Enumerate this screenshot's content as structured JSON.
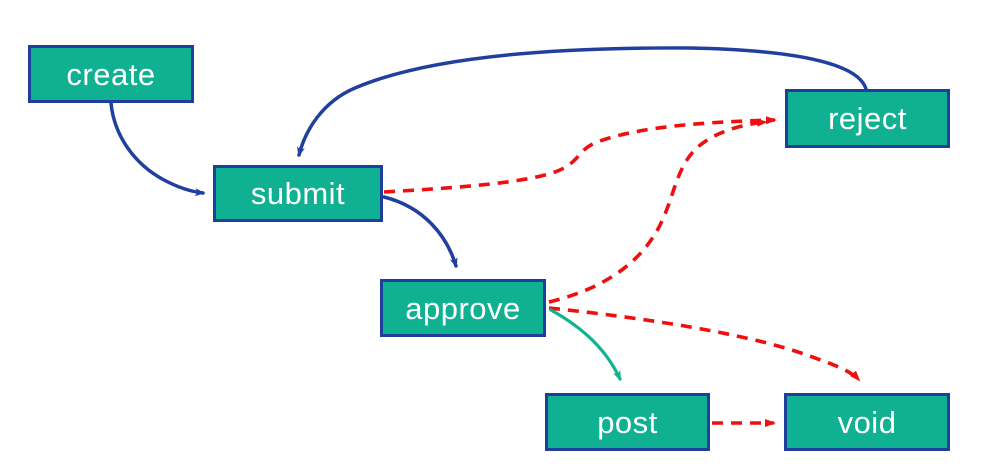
{
  "diagram": {
    "title": "workflow-state-diagram",
    "nodes": [
      {
        "id": "create",
        "label": "create"
      },
      {
        "id": "submit",
        "label": "submit"
      },
      {
        "id": "approve",
        "label": "approve"
      },
      {
        "id": "post",
        "label": "post"
      },
      {
        "id": "reject",
        "label": "reject"
      },
      {
        "id": "void",
        "label": "void"
      }
    ],
    "edges": [
      {
        "from": "create",
        "to": "submit",
        "style": "solid",
        "color": "#21409e"
      },
      {
        "from": "reject",
        "to": "submit",
        "style": "solid",
        "color": "#21409e"
      },
      {
        "from": "submit",
        "to": "approve",
        "style": "solid",
        "color": "#21409e"
      },
      {
        "from": "submit",
        "to": "reject",
        "style": "dashed",
        "color": "#ee0f0f"
      },
      {
        "from": "approve",
        "to": "reject",
        "style": "dashed",
        "color": "#ee0f0f"
      },
      {
        "from": "approve",
        "to": "void",
        "style": "dashed",
        "color": "#ee0f0f"
      },
      {
        "from": "approve",
        "to": "post",
        "style": "solid",
        "color": "#0fb48e"
      },
      {
        "from": "post",
        "to": "void",
        "style": "dashed",
        "color": "#ee0f0f"
      }
    ],
    "colors": {
      "canvas_bg": "#ffffff",
      "node_fill": "#10b192",
      "node_border": "#1e3e9c",
      "node_text": "#ffffff",
      "blue_edge": "#21409e",
      "red_edge": "#ee0f0f",
      "teal_edge": "#0fb48e"
    }
  }
}
